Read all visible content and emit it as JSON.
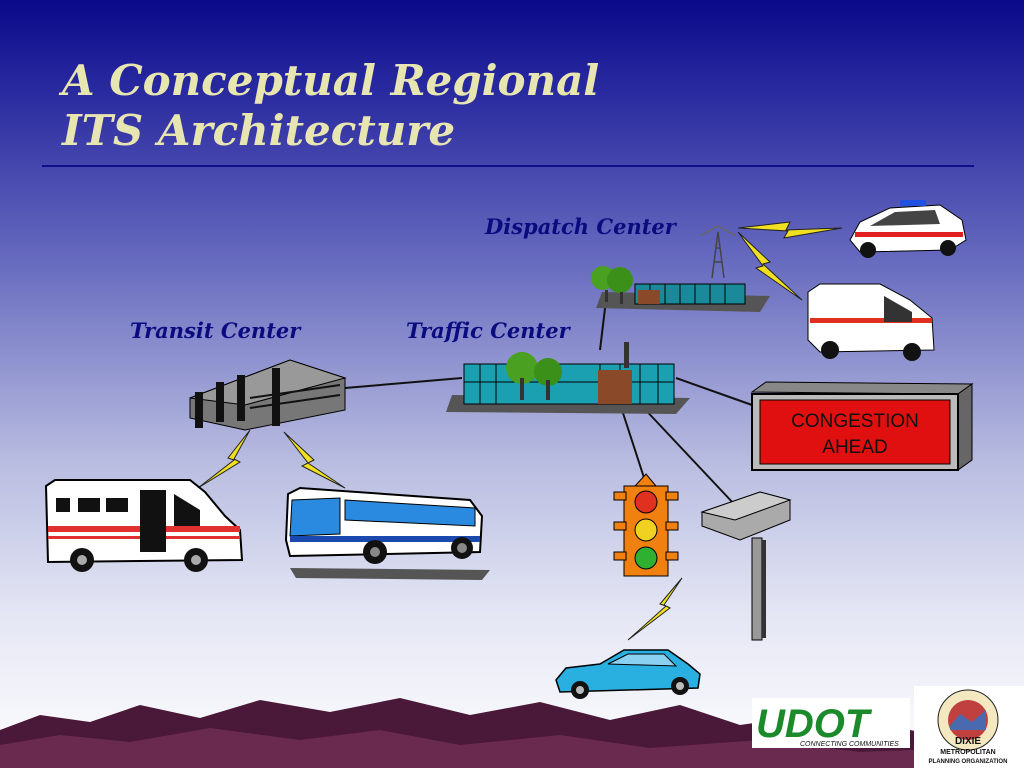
{
  "slide": {
    "title_line1": "A Conceptual Regional",
    "title_line2": "ITS Architecture"
  },
  "labels": {
    "dispatch": "Dispatch Center",
    "transit": "Transit Center",
    "traffic": "Traffic Center"
  },
  "sign": {
    "line1": "CONGESTION",
    "line2": "AHEAD"
  },
  "logos": {
    "udot_tagline": "CONNECTING COMMUNITIES",
    "dixie_name": "DIXIE",
    "dixie_sub1": "METROPOLITAN",
    "dixie_sub2": "PLANNING ORGANIZATION"
  },
  "colors": {
    "title": "#e8e6b0",
    "label": "#0b0b80",
    "sign_red": "#e01010",
    "lightning": "#f0e020"
  }
}
